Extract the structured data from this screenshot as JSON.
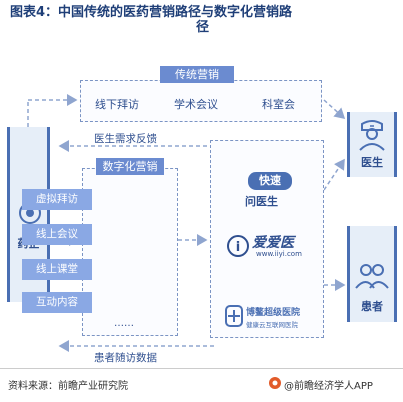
{
  "title": {
    "line1": "图表4：中国传统的医药营销路径与数字化营销路",
    "line2": "径"
  },
  "pharma_label": "药企",
  "traditional": {
    "tag": "传统营销",
    "items": [
      "线下拜访",
      "学术会议",
      "科室会"
    ]
  },
  "feedback_label": "医生需求反馈",
  "digital": {
    "tag": "数字化营销",
    "items": [
      "虚拟拜访",
      "线上会议",
      "线上课堂",
      "互动内容",
      "……"
    ]
  },
  "followup_label": "患者随访数据",
  "platforms": {
    "kuaisu": {
      "line1": "快速",
      "line2": "问医生"
    },
    "aiaiyi": {
      "name": "爱爱医",
      "url": "www.iiyi.com"
    },
    "bojian": {
      "name": "博鳌超级医院",
      "sub": "健康云互联网医院"
    }
  },
  "doctor_label": "医生",
  "patient_label": "患者",
  "footer": {
    "source": "资料来源：前瞻产业研究院",
    "brand": "@前瞻经济学人APP"
  },
  "colors": {
    "primary": "#4a6fb3",
    "light_bg": "#e6eef8",
    "pill": "#8aa8e4",
    "tag": "#6b8bd0"
  }
}
